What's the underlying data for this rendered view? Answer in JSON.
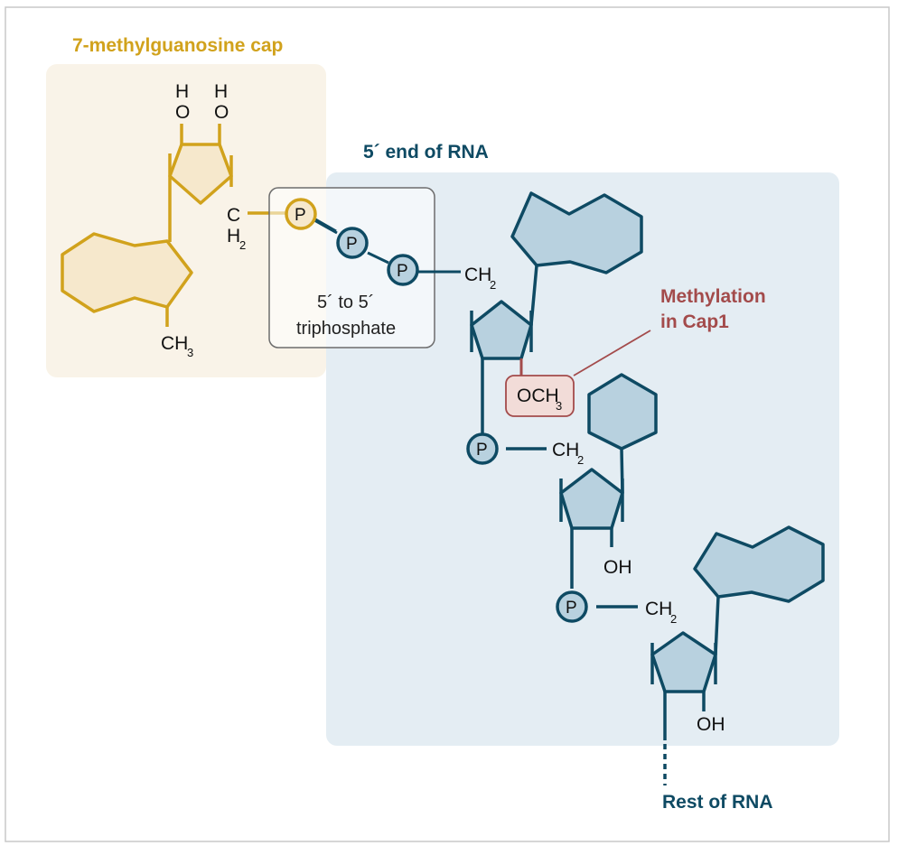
{
  "colors": {
    "cap": "#d1a21c",
    "cap_fill": "#f6e8cc",
    "cap_box": "#f9f3e8",
    "rna": "#0e4a63",
    "rna_fill": "#b8d1df",
    "rna_box": "#e4edf3",
    "methyl": "#a34b4b",
    "methyl_fill": "#f2dcd8"
  },
  "cap": {
    "title": "7-methylguanosine cap",
    "h_left": "H",
    "o_left": "O",
    "h_right": "H",
    "o_right": "O",
    "c_label": "C",
    "h_label": "H",
    "h_sub": "2",
    "ch_label": "CH",
    "ch_sub": "3"
  },
  "rna": {
    "title": "5´ end of RNA",
    "ch2_1": "CH",
    "ch2_1_sub": "2",
    "ch2_2": "CH",
    "ch2_2_sub": "2",
    "ch2_3": "CH",
    "ch2_3_sub": "2",
    "oh_1": "OH",
    "oh_2": "OH",
    "rest": "Rest of RNA"
  },
  "triphosphate": {
    "line1": "5´ to 5´",
    "line2": "triphosphate",
    "p": "P"
  },
  "methylation": {
    "line1": "Methylation",
    "line2": "in Cap1",
    "och": "OCH",
    "och_sub": "3"
  }
}
